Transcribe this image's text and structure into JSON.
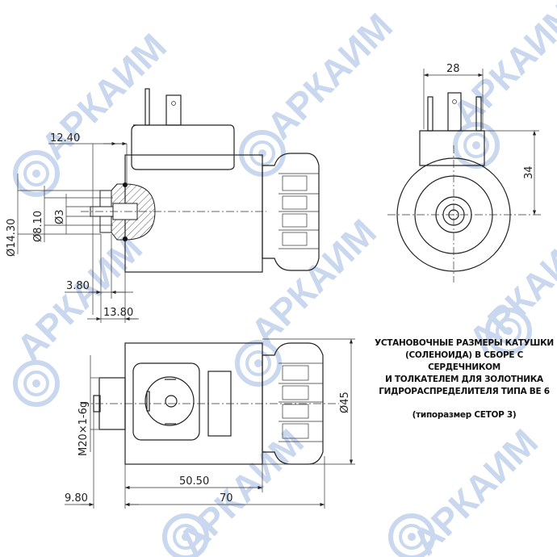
{
  "watermark": {
    "text": "АРКАИМ",
    "color": "#c9d8ee"
  },
  "dimensions": {
    "top_view": {
      "d1": "12.40",
      "d2": "Ø14.30",
      "d3": "Ø8.10",
      "d4": "Ø3",
      "d5": "3.80",
      "d6": "13.80"
    },
    "front_view": {
      "width": "28",
      "height": "34"
    },
    "bottom_view": {
      "thread": "M20×1-6g",
      "diameter": "Ø45",
      "d1": "9.80",
      "d2": "50.50",
      "d3": "70"
    }
  },
  "caption": {
    "lines": [
      "УСТАНОВОЧНЫЕ РАЗМЕРЫ КАТУШКИ",
      "(СОЛЕНОИДА) В СБОРЕ С СЕРДЕЧНИКОМ",
      "И ТОЛКАТЕЛЕМ ДЛЯ ЗОЛОТНИКА",
      "ГИДРОРАСПРЕДЕЛИТЕЛЯ ТИПА ВЕ 6"
    ],
    "sub": "(типоразмер CETOP 3)"
  }
}
